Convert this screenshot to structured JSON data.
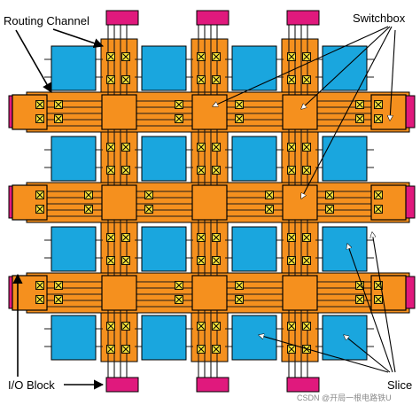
{
  "labels": {
    "routing_channel": "Routing Channel",
    "switchbox": "Switchbox",
    "io_block": "I/O Block",
    "slice": "Slice",
    "watermark": "CSDN @开局一根电路铁U"
  },
  "colors": {
    "slice": "#1aa6de",
    "switchbox": "#f5901e",
    "io_block": "#e0197d",
    "switch_element": "#f4e13a",
    "wire": "#1a1a1a",
    "annotation_arrow": "#ffffff"
  },
  "grid": {
    "rows": 4,
    "cols": 4
  }
}
